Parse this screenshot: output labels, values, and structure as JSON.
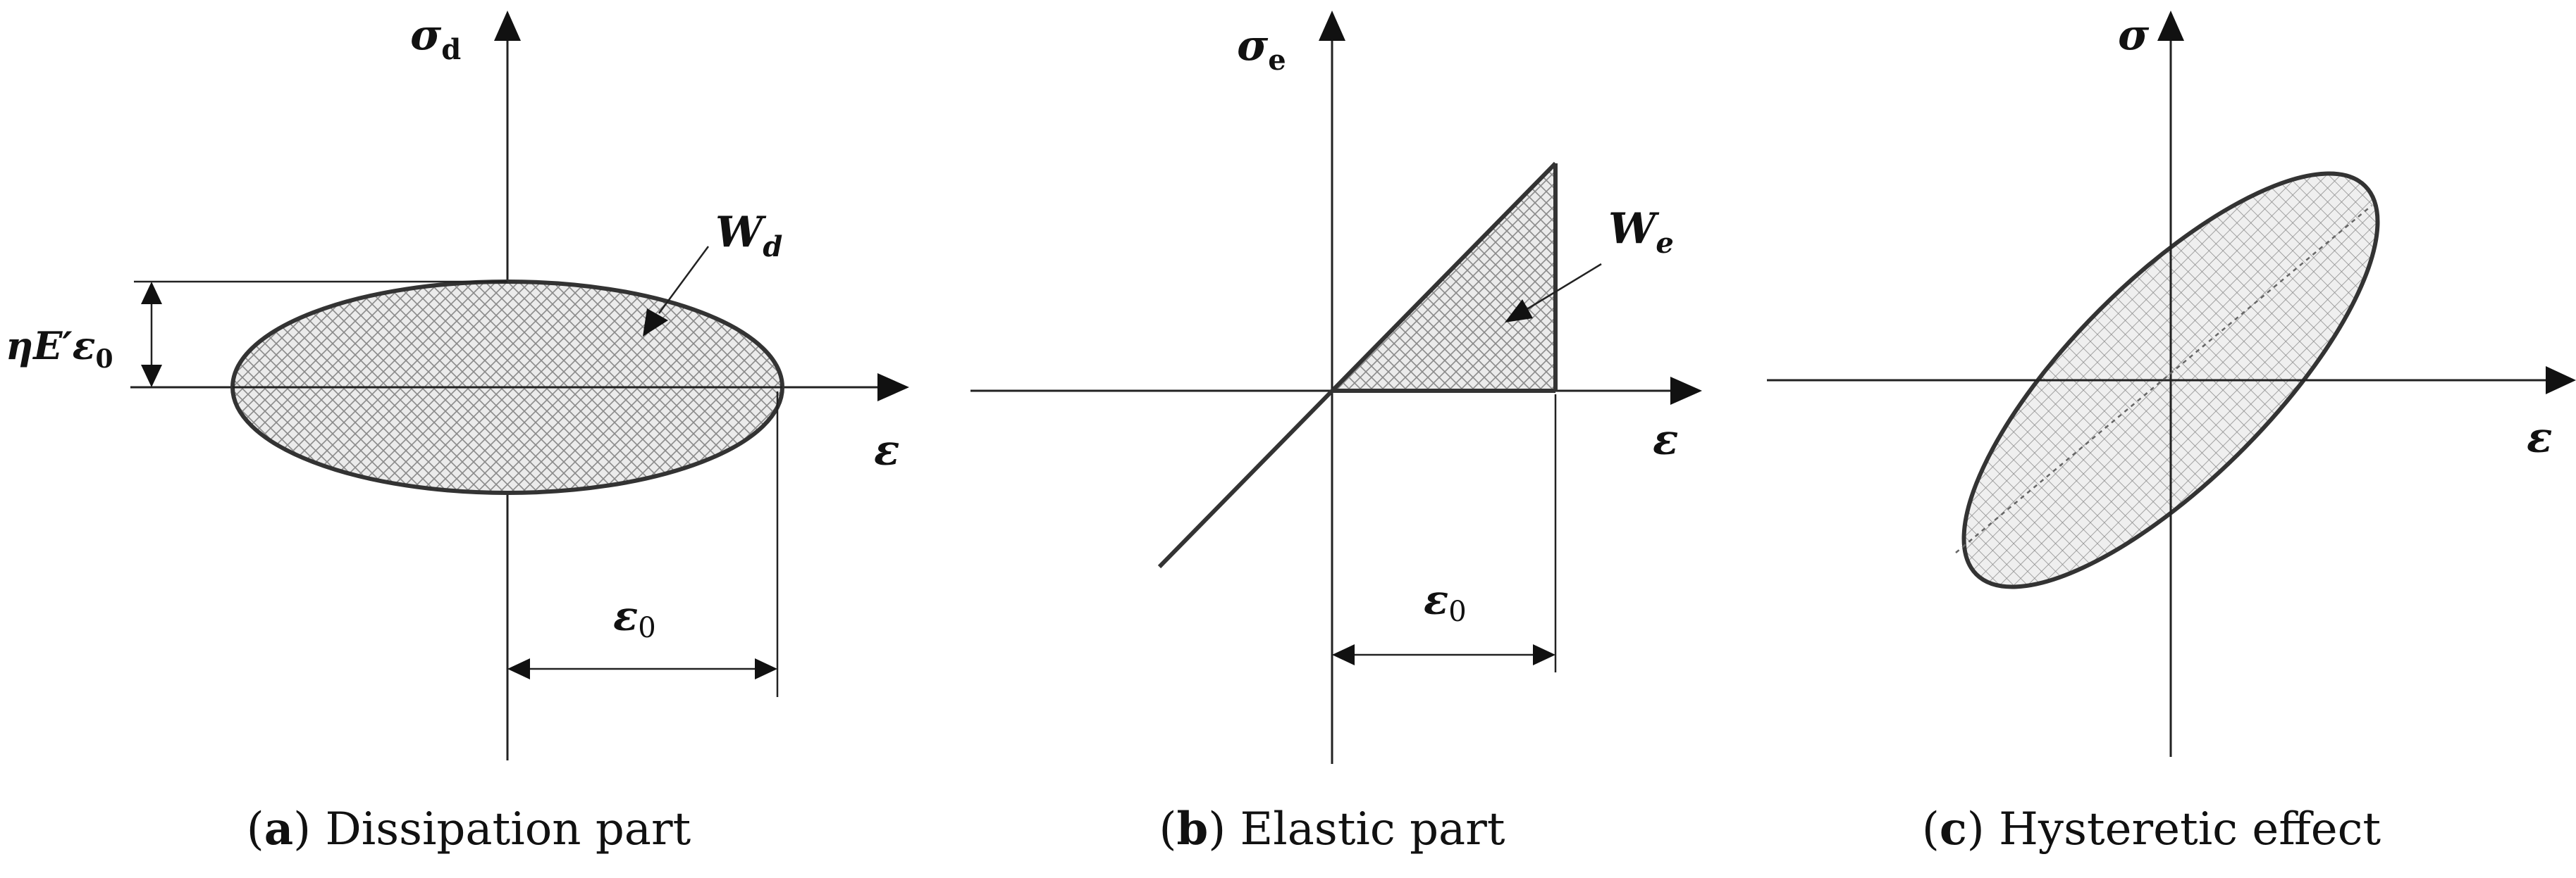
{
  "panels": [
    {
      "id": "a",
      "caption_letter": "a",
      "caption_text": "Dissipation part",
      "y_axis_symbol": "σ",
      "y_axis_subscript": "d",
      "x_axis_symbol": "ε",
      "area_symbol": "W",
      "area_subscript": "d",
      "height_dim_label": "ηE′ε",
      "height_dim_subscript": "0",
      "width_dim_symbol": "ε",
      "width_dim_subscript": "0"
    },
    {
      "id": "b",
      "caption_letter": "b",
      "caption_text": "Elastic part",
      "y_axis_symbol": "σ",
      "y_axis_subscript": "e",
      "x_axis_symbol": "ε",
      "area_symbol": "W",
      "area_subscript": "e",
      "width_dim_symbol": "ε",
      "width_dim_subscript": "0"
    },
    {
      "id": "c",
      "caption_letter": "c",
      "caption_text": "Hysteretic effect",
      "y_axis_symbol": "σ",
      "x_axis_symbol": "ε"
    }
  ],
  "colors": {
    "line": "#222222",
    "fill": "#e6e6e6",
    "hatch": "#8a8a8a"
  }
}
